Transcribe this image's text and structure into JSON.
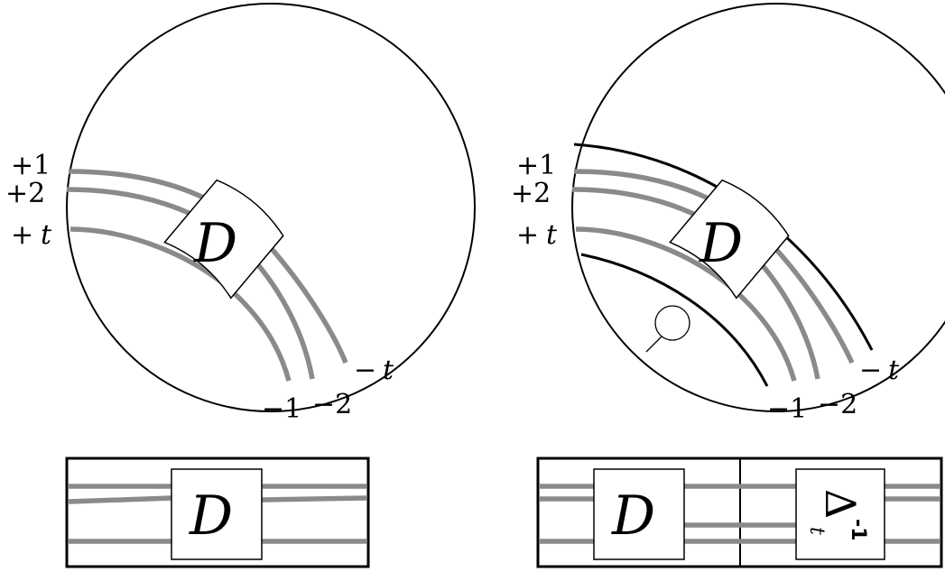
{
  "left_disk": {
    "top_labels": {
      "plus_1": "+1",
      "plus_2": "+2",
      "plus_t_sign": "+",
      "plus_t_var": "t"
    },
    "bottom_labels": {
      "minus_1": "−1",
      "minus_2": "−2",
      "minus_t_sign": "−",
      "minus_t_var": "t"
    },
    "box_label": "D"
  },
  "right_disk": {
    "top_labels": {
      "plus_1": "+1",
      "plus_2": "+2",
      "plus_t_sign": "+",
      "plus_t_var": "t"
    },
    "bottom_labels": {
      "minus_1": "−1",
      "minus_2": "−2",
      "minus_t_sign": "−",
      "minus_t_var": "t"
    },
    "box_label": "D"
  },
  "left_rectangle": {
    "box_label": "D"
  },
  "right_rectangle": {
    "box_d_label": "D",
    "box_delta_symbol": "Δ",
    "box_delta_subscript": "t",
    "box_delta_superscript": "-1"
  },
  "colors": {
    "strand": "#8a8a8a",
    "line": "#000000",
    "background": "#ffffff"
  }
}
